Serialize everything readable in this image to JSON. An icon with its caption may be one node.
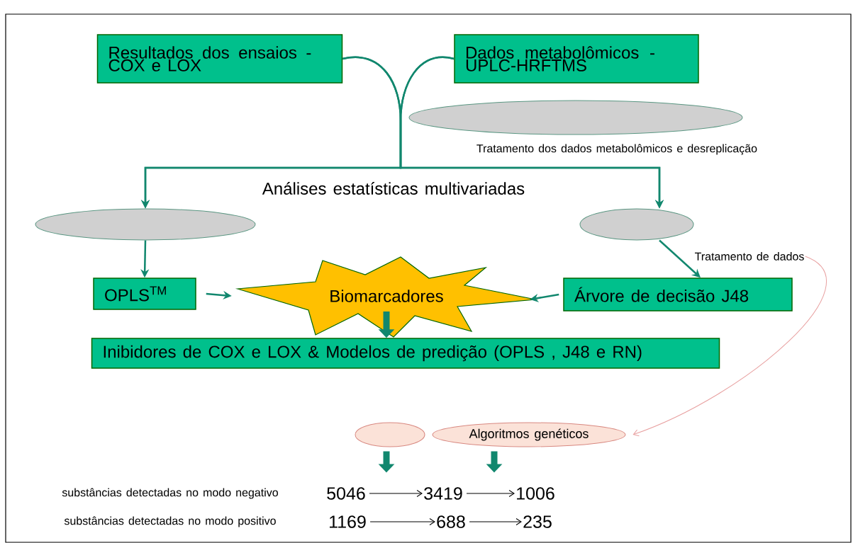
{
  "diagram": {
    "nodes": [
      {
        "text": [
          "Resultados dos ensaios - COX e LOX"
        ]
      },
      {
        "text": [
          "Dados metabolômicos - UPLC-HRFTMS"
        ]
      },
      {
        "text": [],
        "shape": "ellipse",
        "beside": [
          "Tratamento dos dados metabolômicos e desreplicação"
        ]
      },
      {
        "text": [],
        "shape": "ellipse"
      },
      {
        "text": [],
        "shape": "ellipse"
      },
      {
        "text": [
          "OPLS$^{TM}$"
        ]
      },
      {
        "text": [
          "Biomarcadores"
        ]
      },
      {
        "text": [
          "Árvore de decisão J48"
        ]
      },
      {
        "text": [
          "Inibidores de COX e LOX & Modelos de predição (OPLS , J48 e RN)"
        ]
      },
      {
        "text": [
          "Tratamento de dados"
        ]
      },
      {
        "text": [],
        "shape": "ellipse"
      },
      {
        "text": [
          "Algoritmos genéticos"
        ]
      },
      {
        "text": [
          "5046"
        ]
      },
      {
        "text": [
          "3419"
        ]
      },
      {
        "text": [
          "1006"
        ]
      },
      {
        "text": [
          "1169"
        ]
      },
      {
        "text": [
          "688"
        ]
      },
      {
        "text": [
          "235"
        ]
      }
    ],
    "edges": [
      {
        "from": 0,
        "to": 3,
        "arrow": "to"
      },
      {
        "from": 0,
        "to": 4,
        "arrow": "to"
      },
      {
        "from": 1,
        "to": 3,
        "arrow": "to"
      },
      {
        "from": 1,
        "to": 4,
        "arrow": "to"
      },
      {
        "from": 3,
        "to": 5,
        "arrow": "to"
      },
      {
        "from": 4,
        "to": 7,
        "arrow": "to"
      },
      {
        "from": 5,
        "to": 6,
        "arrow": "to"
      },
      {
        "from": 7,
        "to": 6,
        "arrow": "to"
      },
      {
        "from": 6,
        "to": 8,
        "arrow": "to",
        "style": "thick"
      },
      {
        "from": 9,
        "to": 11,
        "arrow": "to",
        "color": "#e8a0a0"
      },
      {
        "from": 10,
        "to": null,
        "arrow": "to",
        "style": "thick"
      },
      {
        "from": 11,
        "to": null,
        "arrow": "to",
        "style": "thick"
      },
      {
        "from": 12,
        "to": 13,
        "arrow": "to",
        "color": "#000000"
      },
      {
        "from": 13,
        "to": 14,
        "arrow": "to",
        "color": "#000000"
      },
      {
        "from": 15,
        "to": 16,
        "arrow": "to",
        "color": "#000000"
      },
      {
        "from": 16,
        "to": 17,
        "arrow": "to",
        "color": "#000000"
      }
    ],
    "labels": [
      "Análises estatísticas multivariadas",
      "substâncias detectadas no modo negativo",
      "substâncias detectadas no modo positivo"
    ]
  }
}
